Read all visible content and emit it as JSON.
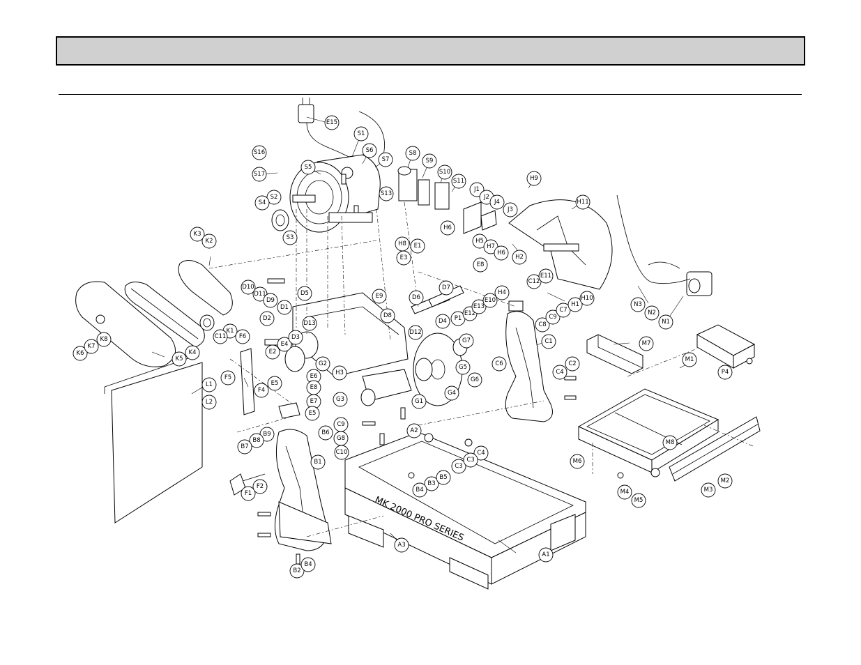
{
  "header": {
    "title": ""
  },
  "diagram": {
    "base_text": "MK 2000 PRO SERIES",
    "callouts": [
      {
        "id": "E15",
        "text": "E15"
      },
      {
        "id": "S1",
        "text": "S1"
      },
      {
        "id": "S16",
        "text": "S16"
      },
      {
        "id": "S6",
        "text": "S6"
      },
      {
        "id": "S5",
        "text": "S5"
      },
      {
        "id": "S7",
        "text": "S7"
      },
      {
        "id": "S8",
        "text": "S8"
      },
      {
        "id": "S9",
        "text": "S9"
      },
      {
        "id": "S10",
        "text": "S10"
      },
      {
        "id": "S11",
        "text": "S11"
      },
      {
        "id": "S17",
        "text": "S17"
      },
      {
        "id": "S2",
        "text": "S2"
      },
      {
        "id": "S4",
        "text": "S4"
      },
      {
        "id": "S3",
        "text": "S3"
      },
      {
        "id": "S13",
        "text": "S13"
      },
      {
        "id": "H9",
        "text": "H9"
      },
      {
        "id": "J1",
        "text": "J1"
      },
      {
        "id": "J2",
        "text": "J2"
      },
      {
        "id": "J4",
        "text": "J4"
      },
      {
        "id": "J3",
        "text": "J3"
      },
      {
        "id": "H11",
        "text": "H11"
      },
      {
        "id": "H6a",
        "text": "H6"
      },
      {
        "id": "H8",
        "text": "H8"
      },
      {
        "id": "E1",
        "text": "E1"
      },
      {
        "id": "H5",
        "text": "H5"
      },
      {
        "id": "H7",
        "text": "H7"
      },
      {
        "id": "H6b",
        "text": "H6"
      },
      {
        "id": "K3",
        "text": "K3"
      },
      {
        "id": "K2",
        "text": "K2"
      },
      {
        "id": "E3",
        "text": "E3"
      },
      {
        "id": "E8a",
        "text": "E8"
      },
      {
        "id": "H2",
        "text": "H2"
      },
      {
        "id": "D10",
        "text": "D10"
      },
      {
        "id": "D11",
        "text": "D11"
      },
      {
        "id": "D9",
        "text": "D9"
      },
      {
        "id": "D5",
        "text": "D5"
      },
      {
        "id": "D1",
        "text": "D1"
      },
      {
        "id": "D13",
        "text": "D13"
      },
      {
        "id": "D2",
        "text": "D2"
      },
      {
        "id": "E4",
        "text": "E4"
      },
      {
        "id": "D3",
        "text": "D3"
      },
      {
        "id": "E2",
        "text": "E2"
      },
      {
        "id": "L1",
        "text": "L1"
      },
      {
        "id": "E9",
        "text": "E9"
      },
      {
        "id": "D6",
        "text": "D6"
      },
      {
        "id": "D7",
        "text": "D7"
      },
      {
        "id": "D8",
        "text": "D8"
      },
      {
        "id": "D4",
        "text": "D4"
      },
      {
        "id": "D12",
        "text": "D12"
      },
      {
        "id": "P1",
        "text": "P1"
      },
      {
        "id": "E12",
        "text": "E12"
      },
      {
        "id": "E13",
        "text": "E13"
      },
      {
        "id": "E10",
        "text": "E10"
      },
      {
        "id": "H4",
        "text": "H4"
      },
      {
        "id": "C12",
        "text": "C12"
      },
      {
        "id": "E11",
        "text": "E11"
      },
      {
        "id": "C8",
        "text": "C8"
      },
      {
        "id": "C9",
        "text": "C9"
      },
      {
        "id": "C7",
        "text": "C7"
      },
      {
        "id": "H1",
        "text": "H1"
      },
      {
        "id": "H10",
        "text": "H10"
      },
      {
        "id": "N3",
        "text": "N3"
      },
      {
        "id": "N2",
        "text": "N2"
      },
      {
        "id": "N1",
        "text": "N1"
      },
      {
        "id": "K1",
        "text": "K1"
      },
      {
        "id": "C11",
        "text": "C11"
      },
      {
        "id": "K4",
        "text": "K4"
      },
      {
        "id": "K5",
        "text": "K5"
      },
      {
        "id": "K6",
        "text": "K6"
      },
      {
        "id": "K7",
        "text": "K7"
      },
      {
        "id": "K8",
        "text": "K8"
      },
      {
        "id": "F6",
        "text": "F6"
      },
      {
        "id": "F5",
        "text": "F5"
      },
      {
        "id": "F4",
        "text": "F4"
      },
      {
        "id": "E5",
        "text": "E5"
      },
      {
        "id": "E6",
        "text": "E6"
      },
      {
        "id": "E8b",
        "text": "E8"
      },
      {
        "id": "E7",
        "text": "E7"
      },
      {
        "id": "G2",
        "text": "G2"
      },
      {
        "id": "G7",
        "text": "G7"
      },
      {
        "id": "C1",
        "text": "C1"
      },
      {
        "id": "C6",
        "text": "C6"
      },
      {
        "id": "G5",
        "text": "G5"
      },
      {
        "id": "G6",
        "text": "G6"
      },
      {
        "id": "G4",
        "text": "G4"
      },
      {
        "id": "G1",
        "text": "G1"
      },
      {
        "id": "G3",
        "text": "G3"
      },
      {
        "id": "H3",
        "text": "H3"
      },
      {
        "id": "C2",
        "text": "C2"
      },
      {
        "id": "C4a",
        "text": "C4"
      },
      {
        "id": "M7",
        "text": "M7"
      },
      {
        "id": "M1",
        "text": "M1"
      },
      {
        "id": "P4",
        "text": "P4"
      },
      {
        "id": "L2",
        "text": "L2"
      },
      {
        "id": "E5b",
        "text": "E5"
      },
      {
        "id": "B6",
        "text": "B6"
      },
      {
        "id": "C9b",
        "text": "C9"
      },
      {
        "id": "G8",
        "text": "G8"
      },
      {
        "id": "C10",
        "text": "C10"
      },
      {
        "id": "A2",
        "text": "A2"
      },
      {
        "id": "C3a",
        "text": "C3"
      },
      {
        "id": "C4b",
        "text": "C4"
      },
      {
        "id": "C3b",
        "text": "C3"
      },
      {
        "id": "B9",
        "text": "B9"
      },
      {
        "id": "B8",
        "text": "B8"
      },
      {
        "id": "B7",
        "text": "B7"
      },
      {
        "id": "B1",
        "text": "B1"
      },
      {
        "id": "F1",
        "text": "F1"
      },
      {
        "id": "F2",
        "text": "F2"
      },
      {
        "id": "B3",
        "text": "B3"
      },
      {
        "id": "B4a",
        "text": "B4"
      },
      {
        "id": "B5",
        "text": "B5"
      },
      {
        "id": "M6",
        "text": "M6"
      },
      {
        "id": "M8",
        "text": "M8"
      },
      {
        "id": "M2",
        "text": "M2"
      },
      {
        "id": "M3",
        "text": "M3"
      },
      {
        "id": "M4",
        "text": "M4"
      },
      {
        "id": "M5",
        "text": "M5"
      },
      {
        "id": "A3",
        "text": "A3"
      },
      {
        "id": "A1",
        "text": "A1"
      },
      {
        "id": "B2",
        "text": "B2"
      },
      {
        "id": "B4b",
        "text": "B4"
      }
    ]
  }
}
